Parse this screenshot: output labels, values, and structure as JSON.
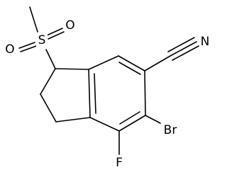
{
  "atoms": {
    "oxygen_top": "O",
    "sulfur": "S",
    "oxygen_left": "O",
    "nitrogen": "N",
    "bromine": "Br",
    "fluorine": "F"
  }
}
